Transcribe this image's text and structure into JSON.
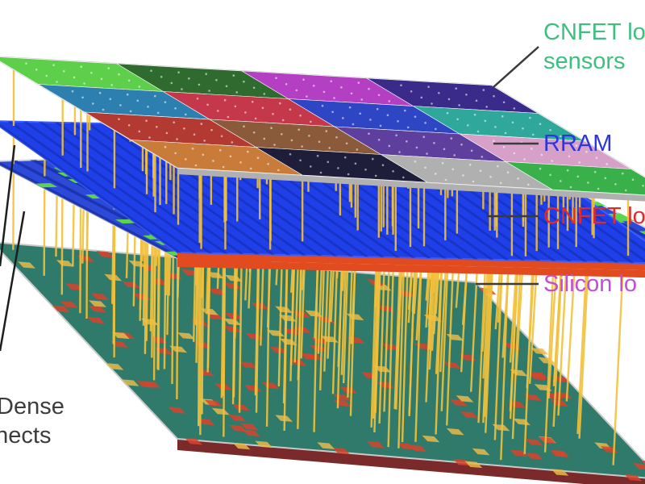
{
  "labels": {
    "sensors": {
      "line1": "CNFET lo",
      "line2": "sensors",
      "color": "#3fbf7f"
    },
    "rram": {
      "text": "RRAM",
      "color": "#2b35e0"
    },
    "cnfet_logic": {
      "text": "CNFET lo",
      "color": "#e02b2b"
    },
    "silicon_logic": {
      "text": "Silicon lo",
      "color": "#c04ed6"
    },
    "interconnects": {
      "line1": "Dense",
      "line2": "nnects",
      "color": "#3c3c3c"
    }
  },
  "colors": {
    "sensor_tiles": [
      "#5ecf4a",
      "#2f6a2e",
      "#b43fc3",
      "#3a2a8a",
      "#2d7fb0",
      "#c5374b",
      "#2e45c4",
      "#2fa79a",
      "#b33a33",
      "#8a5a3a",
      "#5e3f9e",
      "#d7a0c8",
      "#c97b39",
      "#1e1e3a",
      "#b0b0b0",
      "#3ab04a"
    ],
    "rram": "#1f3fe8",
    "cnfet_layer": "#e24a1f",
    "silicon_base": "#2f7a6a",
    "via": "#f2c13c",
    "device_green": "#5bd64a"
  }
}
